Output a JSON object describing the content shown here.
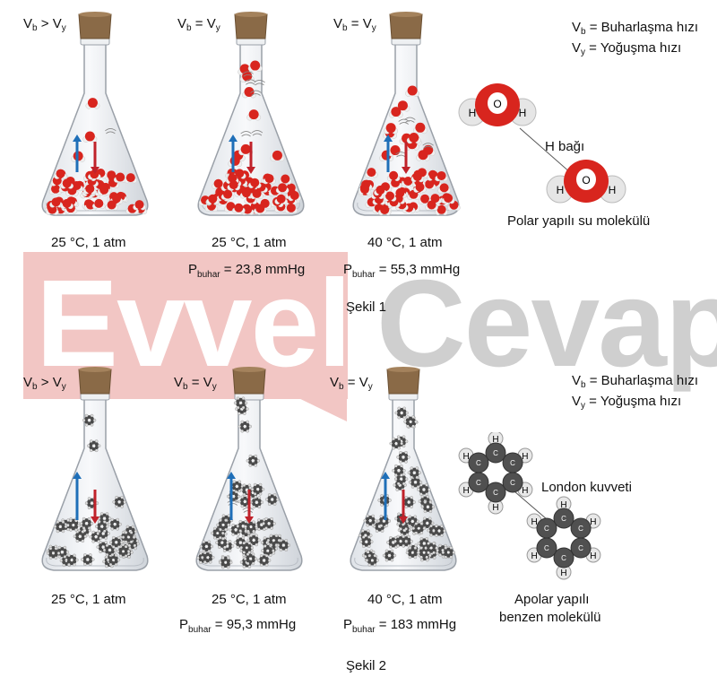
{
  "figure1": {
    "caption": "Şekil 1",
    "legend": {
      "vb_sym": "V",
      "vb_sub": "b",
      "vb_text": " = Buharlaşma hızı",
      "vy_sym": "V",
      "vy_sub": "y",
      "vy_text": " = Yoğuşma hızı"
    },
    "flasks": [
      {
        "rel_left": "V",
        "rel_left_sub": "b",
        "rel_op": " > ",
        "rel_right": "V",
        "rel_right_sub": "y",
        "cond": "25 °C, 1 atm",
        "p_sym": "",
        "p_sub": "",
        "p_val": ""
      },
      {
        "rel_left": "V",
        "rel_left_sub": "b",
        "rel_op": " = ",
        "rel_right": "V",
        "rel_right_sub": "y",
        "cond": "25 °C, 1 atm",
        "p_sym": "P",
        "p_sub": "buhar",
        "p_val": " = 23,8 mmHg"
      },
      {
        "rel_left": "V",
        "rel_left_sub": "b",
        "rel_op": " = ",
        "rel_right": "V",
        "rel_right_sub": "y",
        "cond": "40 °C, 1 atm",
        "p_sym": "P",
        "p_sub": "buhar",
        "p_val": " = 55,3 mmHg"
      }
    ],
    "molecule": {
      "h": "H",
      "o": "O",
      "bond_label": "H bağı",
      "caption": "Polar yapılı su molekülü"
    }
  },
  "figure2": {
    "caption": "Şekil 2",
    "legend": {
      "vb_sym": "V",
      "vb_sub": "b",
      "vb_text": " = Buharlaşma hızı",
      "vy_sym": "V",
      "vy_sub": "y",
      "vy_text": " = Yoğuşma hızı"
    },
    "flasks": [
      {
        "rel_left": "V",
        "rel_left_sub": "b",
        "rel_op": " > ",
        "rel_right": "V",
        "rel_right_sub": "y",
        "cond": "25 °C, 1 atm",
        "p_sym": "",
        "p_sub": "",
        "p_val": ""
      },
      {
        "rel_left": "V",
        "rel_left_sub": "b",
        "rel_op": " = ",
        "rel_right": "V",
        "rel_right_sub": "y",
        "cond": "25 °C, 1 atm",
        "p_sym": "P",
        "p_sub": "buhar",
        "p_val": " = 95,3 mmHg"
      },
      {
        "rel_left": "V",
        "rel_left_sub": "b",
        "rel_op": " = ",
        "rel_right": "V",
        "rel_right_sub": "y",
        "cond": "40 °C, 1 atm",
        "p_sym": "P",
        "p_sub": "buhar",
        "p_val": " = 183 mmHg"
      }
    ],
    "molecule": {
      "h": "H",
      "c": "C",
      "bond_label": "London kuvveti",
      "caption_line1": "Apolar yapılı",
      "caption_line2": "benzen molekülü"
    }
  },
  "watermark": {
    "left": "Evvel",
    "right": "Cevap"
  },
  "colors": {
    "up_arrow": "#1f6fb8",
    "down_arrow": "#c0222a",
    "water_o": "#d8251e",
    "benzene": "#4a4a4a",
    "cork": "#8a6a47"
  }
}
